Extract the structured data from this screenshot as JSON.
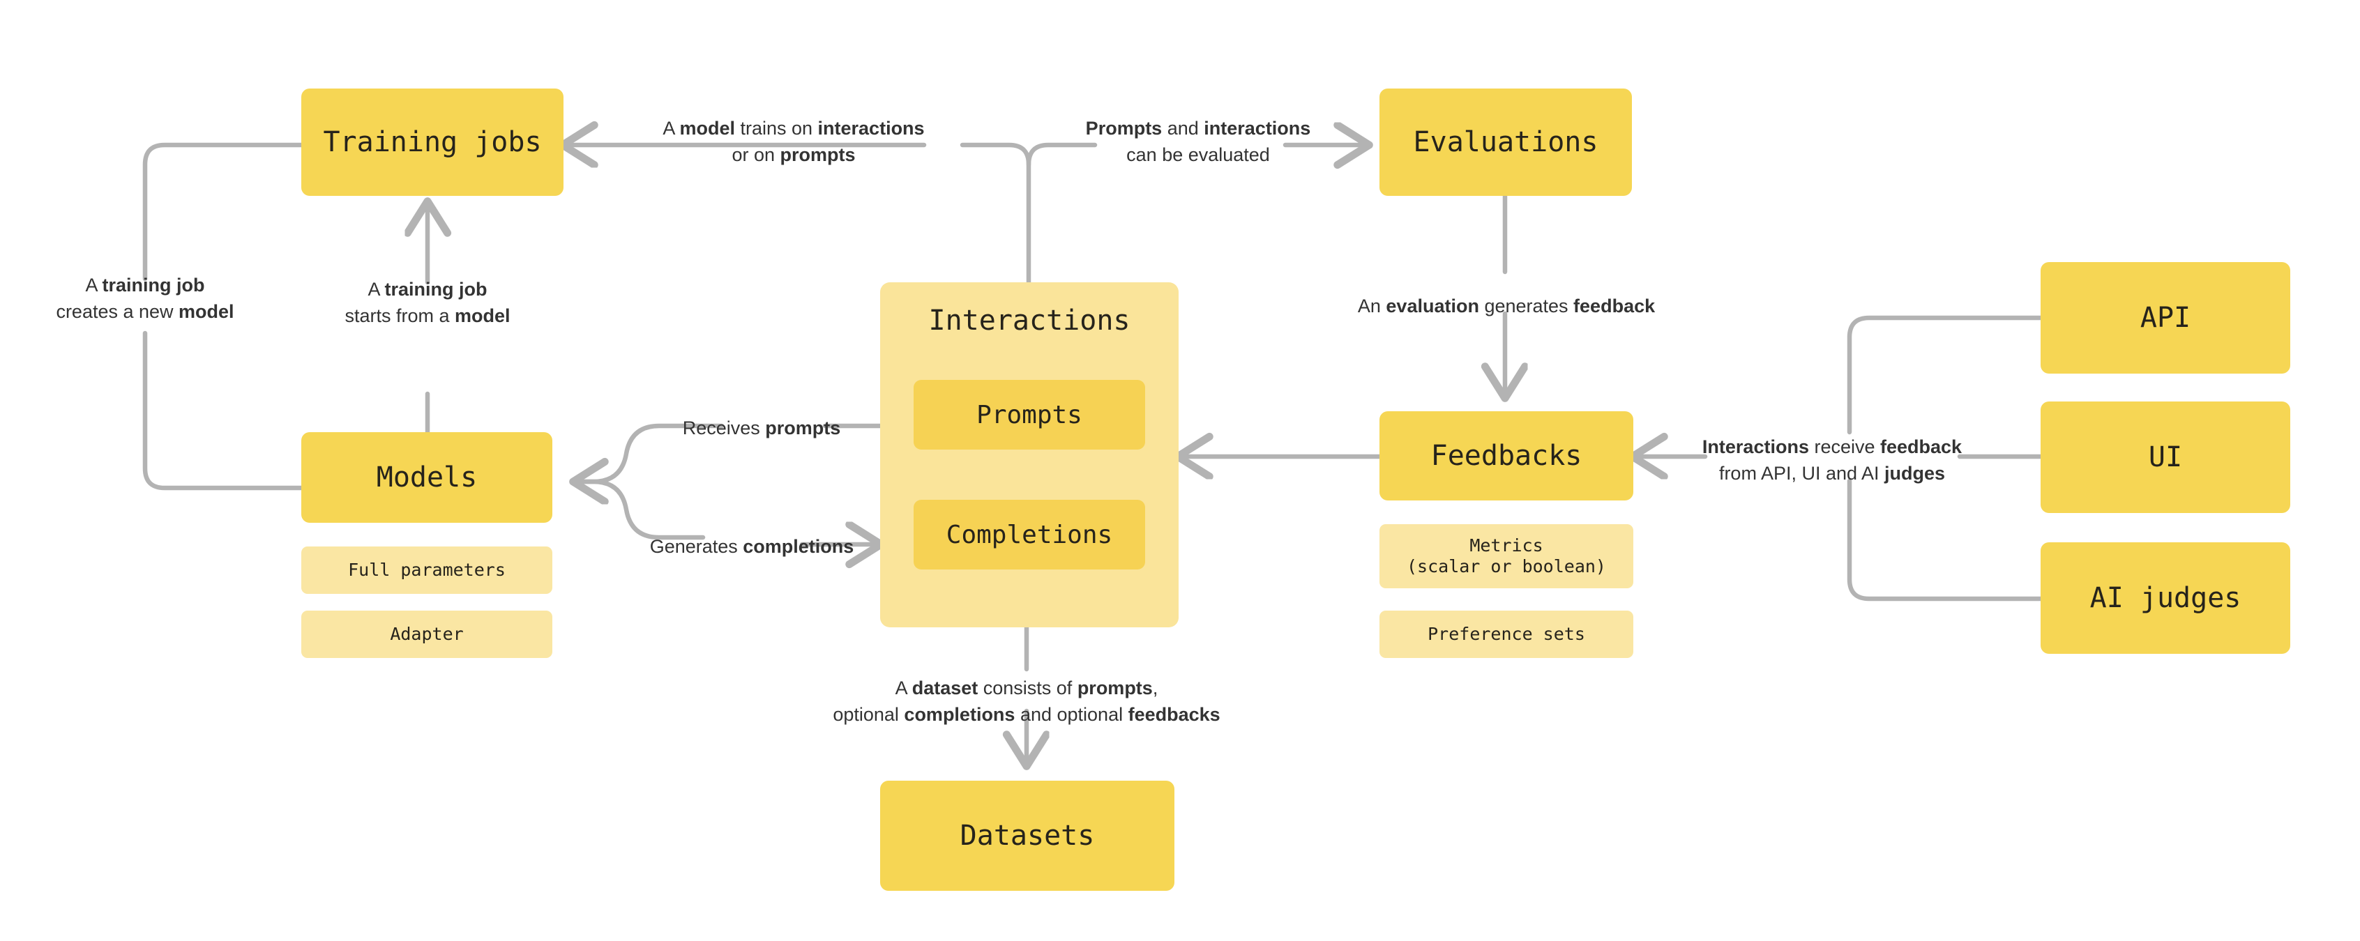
{
  "diagram": {
    "title": "LLM training and evaluation data model",
    "colors": {
      "node_fill": "#F6D654",
      "subnode_fill": "#FAE6A3",
      "group_fill": "#FAE49A",
      "inner_fill": "#F6D254",
      "line": "#B3B3B3",
      "text": "#26231b",
      "label_text": "#333333",
      "background": "#ffffff"
    },
    "nodes": {
      "training_jobs": "Training jobs",
      "evaluations": "Evaluations",
      "models": "Models",
      "models_sub_1": "Full parameters",
      "models_sub_2": "Adapter",
      "interactions": "Interactions",
      "interactions_inner_1": "Prompts",
      "interactions_inner_2": "Completions",
      "feedbacks": "Feedbacks",
      "feedbacks_sub_1": "Metrics\n(scalar or boolean)",
      "feedbacks_sub_2": "Preference sets",
      "datasets": "Datasets",
      "api": "API",
      "ui": "UI",
      "ai_judges": "AI judges"
    },
    "edge_labels": {
      "model_trains": {
        "line1": [
          {
            "t": "A ",
            "b": false
          },
          {
            "t": "model",
            "b": true
          },
          {
            "t": " trains on ",
            "b": false
          },
          {
            "t": "interactions",
            "b": true
          }
        ],
        "line2": [
          {
            "t": "or on ",
            "b": false
          },
          {
            "t": "prompts",
            "b": true
          }
        ]
      },
      "prompts_evaluated": {
        "line1": [
          {
            "t": "Prompts",
            "b": true
          },
          {
            "t": " and ",
            "b": false
          },
          {
            "t": "interactions",
            "b": true
          }
        ],
        "line2": [
          {
            "t": "can be evaluated",
            "b": false
          }
        ]
      },
      "job_creates_model": {
        "line1": [
          {
            "t": "A ",
            "b": false
          },
          {
            "t": "training job",
            "b": true
          }
        ],
        "line2": [
          {
            "t": "creates a new ",
            "b": false
          },
          {
            "t": "model",
            "b": true
          }
        ]
      },
      "job_starts_from_model": {
        "line1": [
          {
            "t": "A ",
            "b": false
          },
          {
            "t": "training job",
            "b": true
          }
        ],
        "line2": [
          {
            "t": "starts from a ",
            "b": false
          },
          {
            "t": "model",
            "b": true
          }
        ]
      },
      "receives_prompts": {
        "line1": [
          {
            "t": "Receives ",
            "b": false
          },
          {
            "t": "prompts",
            "b": true
          }
        ]
      },
      "generates_completions": {
        "line1": [
          {
            "t": "Generates ",
            "b": false
          },
          {
            "t": "completions",
            "b": true
          }
        ]
      },
      "evaluation_generates_feedback": {
        "line1": [
          {
            "t": "An ",
            "b": false
          },
          {
            "t": "evaluation",
            "b": true
          },
          {
            "t": " generates ",
            "b": false
          },
          {
            "t": "feedback",
            "b": true
          }
        ]
      },
      "interactions_receive_feedback": {
        "line1": [
          {
            "t": "Interactions",
            "b": true
          },
          {
            "t": " receive ",
            "b": false
          },
          {
            "t": "feedback",
            "b": true
          }
        ],
        "line2": [
          {
            "t": "from API, UI and AI ",
            "b": false
          },
          {
            "t": "judges",
            "b": true
          }
        ]
      },
      "dataset_consists": {
        "line1": [
          {
            "t": "A ",
            "b": false
          },
          {
            "t": "dataset",
            "b": true
          },
          {
            "t": " consists of ",
            "b": false
          },
          {
            "t": "prompts",
            "b": true
          },
          {
            "t": ",",
            "b": false
          }
        ],
        "line2": [
          {
            "t": "optional ",
            "b": false
          },
          {
            "t": "completions",
            "b": true
          },
          {
            "t": " and optional ",
            "b": false
          },
          {
            "t": "feedbacks",
            "b": true
          }
        ]
      }
    }
  }
}
